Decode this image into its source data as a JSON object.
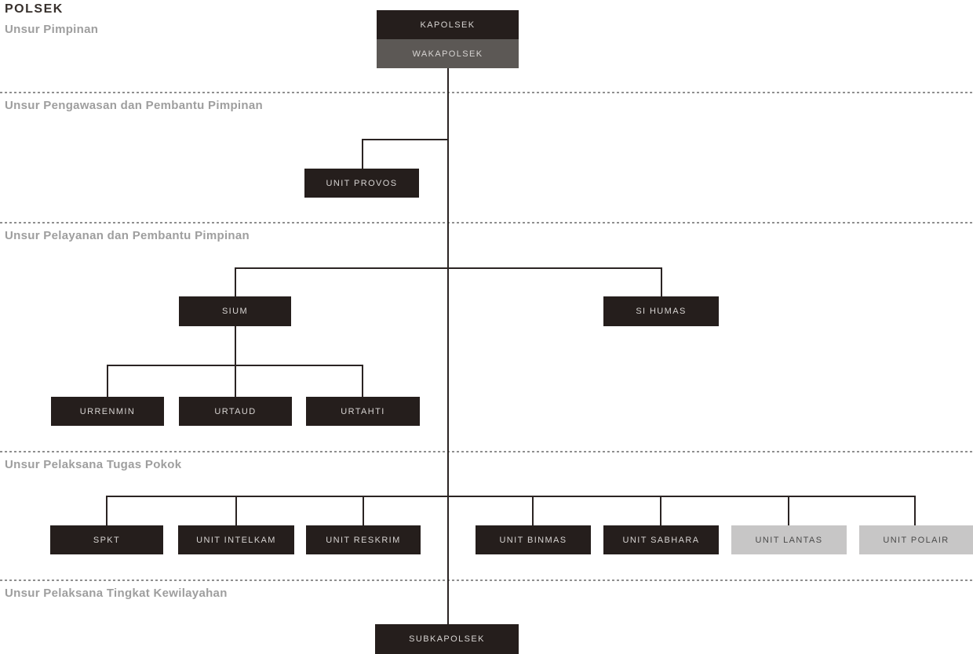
{
  "title": "POLSEK",
  "colors": {
    "background": "#ffffff",
    "dark_box": "#251e1c",
    "gray_box": "#5c5855",
    "light_box": "#c7c6c6",
    "light_text": "#d7d4d2",
    "dark_text": "#4a4a4a",
    "line": "#2b2423",
    "divider": "#8f8f8f",
    "label": "#9e9e9e",
    "title": "#37302c"
  },
  "sections": [
    {
      "label": "Unsur Pimpinan"
    },
    {
      "label": "Unsur Pengawasan dan Pembantu Pimpinan"
    },
    {
      "label": "Unsur Pelayanan dan Pembantu Pimpinan"
    },
    {
      "label": "Unsur Pelaksana Tugas Pokok"
    },
    {
      "label": "Unsur Pelaksana Tingkat Kewilayahan"
    }
  ],
  "nodes": {
    "kapolsek": {
      "label": "KAPOLSEK",
      "style": "dark"
    },
    "wakapolsek": {
      "label": "WAKAPOLSEK",
      "style": "gray"
    },
    "unit_provos": {
      "label": "UNIT PROVOS",
      "style": "dark"
    },
    "sium": {
      "label": "SIUM",
      "style": "dark"
    },
    "si_humas": {
      "label": "SI HUMAS",
      "style": "dark"
    },
    "urrenmin": {
      "label": "URRENMIN",
      "style": "dark"
    },
    "urtaud": {
      "label": "URTAUD",
      "style": "dark"
    },
    "urtahti": {
      "label": "URTAHTI",
      "style": "dark"
    },
    "spkt": {
      "label": "SPKT",
      "style": "dark"
    },
    "unit_intelkam": {
      "label": "UNIT INTELKAM",
      "style": "dark"
    },
    "unit_reskrim": {
      "label": "UNIT RESKRIM",
      "style": "dark"
    },
    "unit_binmas": {
      "label": "UNIT BINMAS",
      "style": "dark"
    },
    "unit_sabhara": {
      "label": "UNIT SABHARA",
      "style": "dark"
    },
    "unit_lantas": {
      "label": "UNIT LANTAS",
      "style": "light"
    },
    "unit_polair": {
      "label": "UNIT POLAIR",
      "style": "light"
    },
    "subkapolsek": {
      "label": "SUBKAPOLSEK",
      "style": "dark"
    }
  }
}
